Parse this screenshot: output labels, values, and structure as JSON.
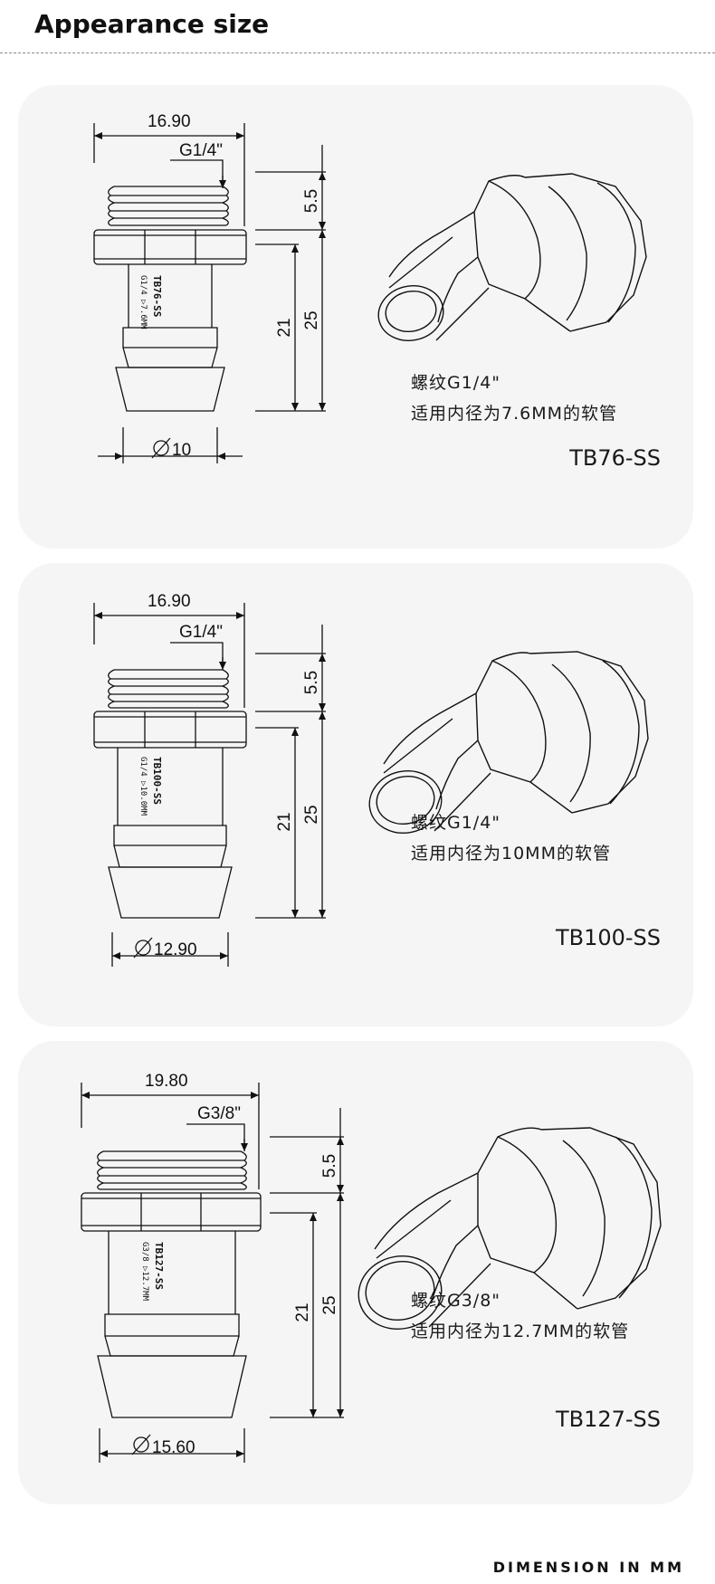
{
  "header": {
    "title": "Appearance size"
  },
  "footer": {
    "note": "DIMENSION IN MM"
  },
  "products": [
    {
      "model": "TB76-SS",
      "spec_line1": "螺纹G1/4\"",
      "spec_line2": "适用内径为7.6MM的软管",
      "dim_width": "16.90",
      "dim_thread": "G1/4\"",
      "dim_head": "5.5",
      "dim_total": "25",
      "dim_barb": "21",
      "dim_diameter": "10",
      "body_mark": "TB76-SS",
      "body_mark2": "G1/4 ▷7.6MM"
    },
    {
      "model": "TB100-SS",
      "spec_line1": "螺纹G1/4\"",
      "spec_line2": "适用内径为10MM的软管",
      "dim_width": "16.90",
      "dim_thread": "G1/4\"",
      "dim_head": "5.5",
      "dim_total": "25",
      "dim_barb": "21",
      "dim_diameter": "12.90",
      "body_mark": "TB100-SS",
      "body_mark2": "G1/4 ▷10.0MM"
    },
    {
      "model": "TB127-SS",
      "spec_line1": "螺纹G3/8\"",
      "spec_line2": "适用内径为12.7MM的软管",
      "dim_width": "19.80",
      "dim_thread": "G3/8\"",
      "dim_head": "5.5",
      "dim_total": "25",
      "dim_barb": "21",
      "dim_diameter": "15.60",
      "body_mark": "TB127-SS",
      "body_mark2": "G3/8 ▷12.7MM"
    }
  ]
}
